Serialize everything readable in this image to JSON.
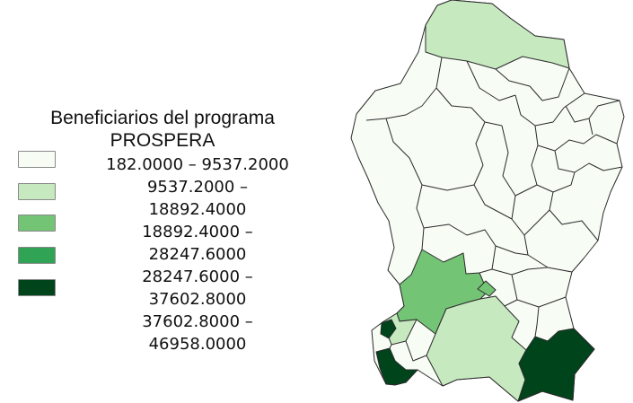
{
  "legend": {
    "title_line1": "Beneficiarios del programa",
    "title_line2": "PROSPERA",
    "classes": [
      {
        "label": "182.0000 – 9537.2000",
        "min": 182.0,
        "max": 9537.2,
        "color": "#f7fcf5"
      },
      {
        "label": "9537.2000 – 18892.4000",
        "min": 9537.2,
        "max": 18892.4,
        "color": "#c7e9c0"
      },
      {
        "label": "18892.4000 – 28247.6000",
        "min": 18892.4,
        "max": 28247.6,
        "color": "#74c476"
      },
      {
        "label": "28247.6000 – 37602.8000",
        "min": 28247.6,
        "max": 37602.8,
        "color": "#31a354"
      },
      {
        "label": "37602.8000 – 46958.0000",
        "min": 37602.8,
        "max": 46958.0,
        "color": "#00441b"
      }
    ],
    "label_lines": [
      "182.0000 – 9537.2000",
      "9537.2000 –",
      "18892.4000",
      "18892.4000 –",
      "28247.6000",
      "28247.6000 –",
      "37602.8000",
      "37602.8000 –",
      "46958.0000"
    ]
  },
  "map": {
    "border_color": "#2b2b2b",
    "region_classes": {
      "state-base": 0,
      "north-strip": 1,
      "central-west": 2,
      "small-central": 2,
      "south-central": 1,
      "west-small": 1,
      "west-dark": 4,
      "southwest-dark": 4,
      "southeast-dark": 4
    }
  }
}
